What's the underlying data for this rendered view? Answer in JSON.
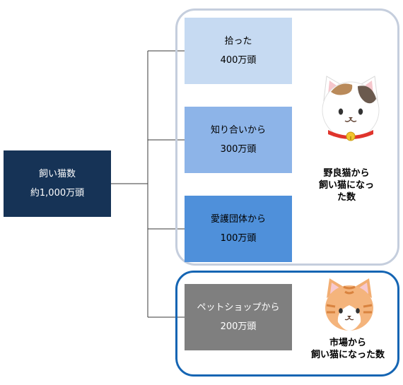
{
  "root": {
    "line1": "飼い猫数",
    "line2": "約1,000万頭"
  },
  "sources": [
    {
      "label": "拾った",
      "value": "400万頭"
    },
    {
      "label": "知り合いから",
      "value": "300万頭"
    },
    {
      "label": "愛護団体から",
      "value": "100万頭"
    },
    {
      "label": "ペットショップから",
      "value": "200万頭"
    }
  ],
  "groups": {
    "stray": {
      "caption_lines": [
        "野良猫から",
        "飼い猫になっ",
        "た数"
      ],
      "icon": "calico-cat-with-bell-icon",
      "border_color": "#c5cedd"
    },
    "shop": {
      "caption_lines": [
        "市場から",
        "飼い猫になった数"
      ],
      "icon": "tabby-cat-icon",
      "border_color": "#1565b3"
    }
  },
  "colors": {
    "root": "#163356",
    "source_1": "#c6daf2",
    "source_2": "#8db4e8",
    "source_3": "#4f90da",
    "source_4": "#7f7f7f"
  }
}
